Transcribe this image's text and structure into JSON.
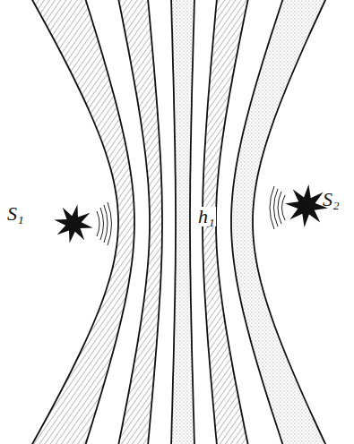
{
  "diagram": {
    "labels": [
      "S₁",
      "h₁",
      "S₂"
    ]
  }
}
